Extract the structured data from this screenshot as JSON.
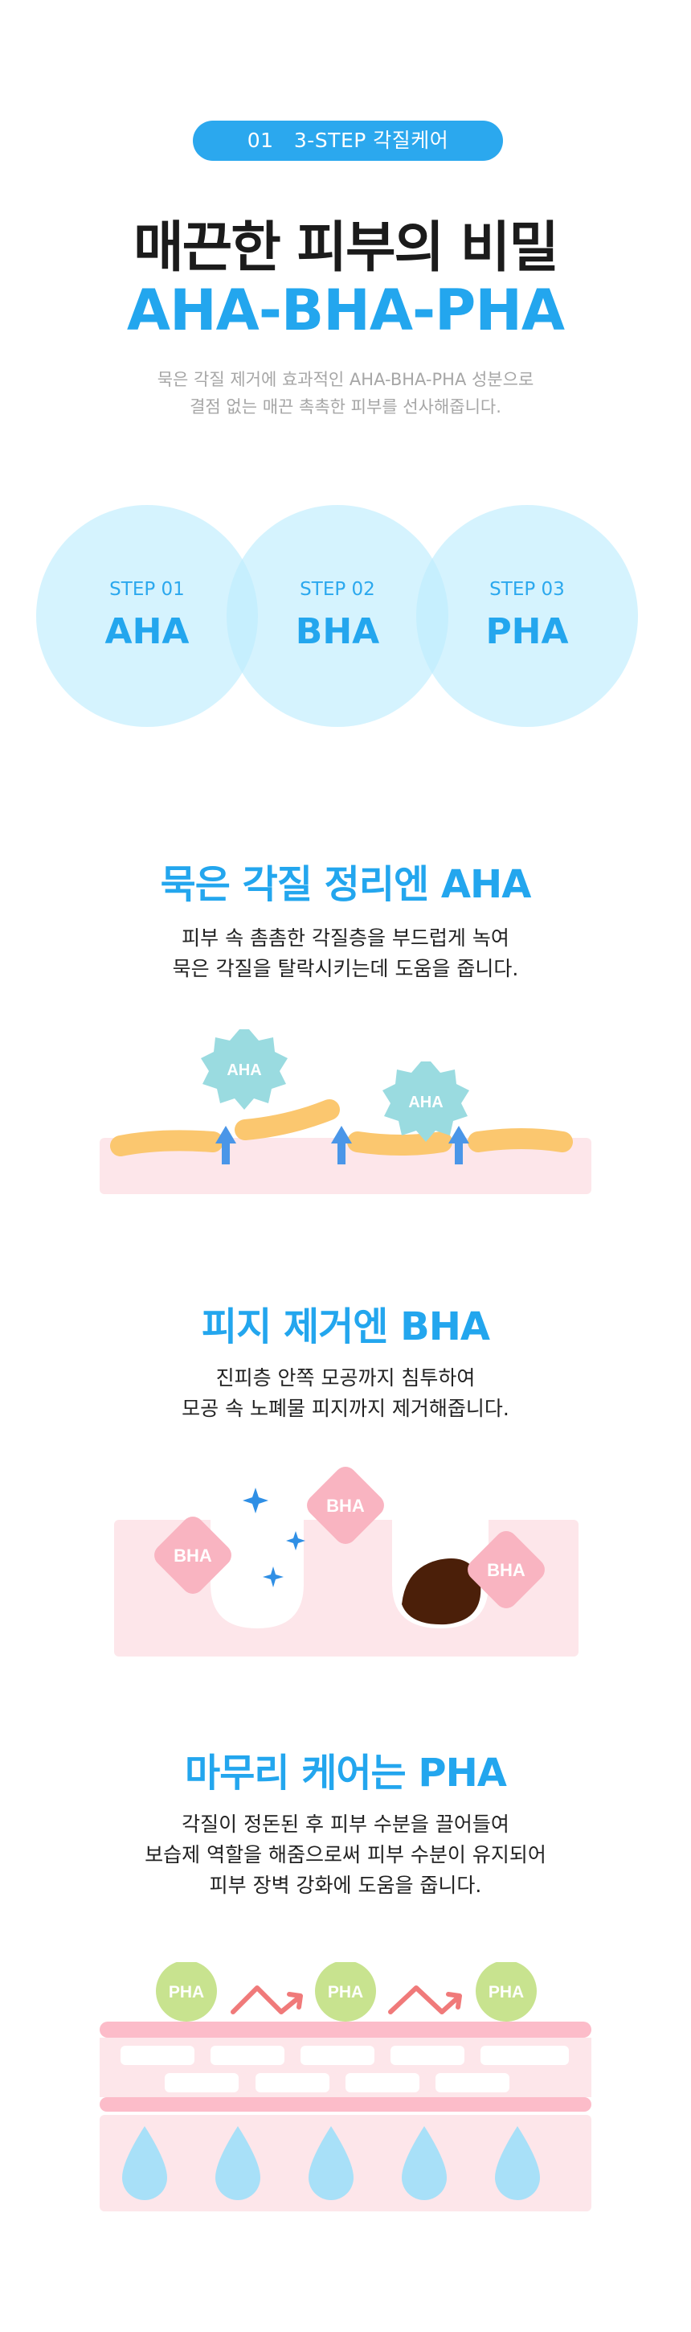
{
  "badge": {
    "number": "01",
    "label": "3-STEP 각질케어"
  },
  "hero": {
    "title": "매끈한 피부의 비밀",
    "subtitle": "AHA-BHA-PHA",
    "desc_line1": "묵은 각질 제거에 효과적인 AHA-BHA-PHA 성분으로",
    "desc_line2": "결점 없는 매끈 촉촉한 피부를 선사해줍니다."
  },
  "steps": [
    {
      "label": "STEP 01",
      "name": "AHA"
    },
    {
      "label": "STEP 02",
      "name": "BHA"
    },
    {
      "label": "STEP 03",
      "name": "PHA"
    }
  ],
  "aha_section": {
    "title": "묵은 각질 정리엔 AHA",
    "line1": "피부 속 촘촘한 각질층을 부드럽게 녹여",
    "line2": "묵은 각질을 탈락시키는데 도움을 줍니다.",
    "badge": "AHA"
  },
  "bha_section": {
    "title": "피지 제거엔 BHA",
    "line1": "진피층 안쪽 모공까지 침투하여",
    "line2": "모공 속 노폐물 피지까지 제거해줍니다.",
    "badge": "BHA"
  },
  "pha_section": {
    "title": "마무리 케어는 PHA",
    "line1": "각질이 정돈된 후 피부 수분을 끌어들여",
    "line2": "보습제 역할을 해줌으로써 피부 수분이 유지되어",
    "line3": "피부 장벽 강화에 도움을 줍니다.",
    "badge": "PHA"
  },
  "colors": {
    "accent": "#23a6ee",
    "skin_pink": "#fde6ea",
    "flake_yellow": "#fbc76f",
    "aha_teal": "#9adbe0",
    "bha_pink": "#f9b4c1",
    "pha_green": "#c8e38f",
    "arrow_blue": "#4a96e8",
    "sebum_brown": "#4b1f09",
    "drop_blue": "#a8e0f8"
  }
}
